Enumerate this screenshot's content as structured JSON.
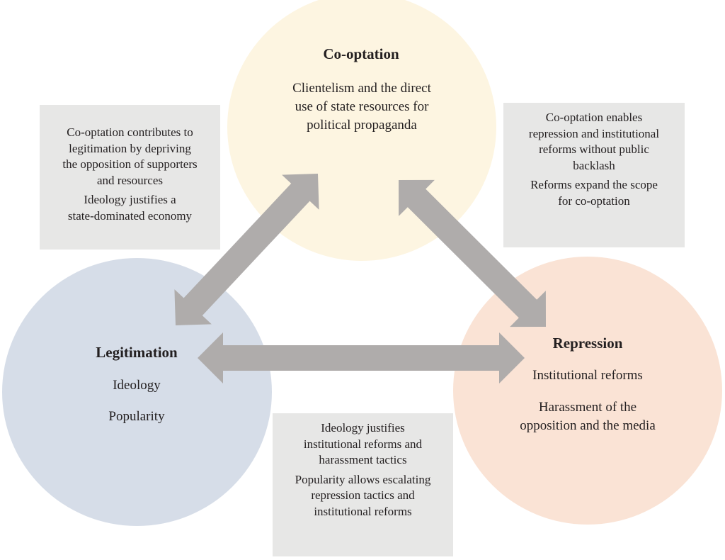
{
  "colors": {
    "cooptation_circle": "#fdf5e1",
    "legitimation_circle": "#d6dde8",
    "repression_circle": "#fae3d5",
    "note_box": "#e7e7e6",
    "arrow": "#afacab",
    "text": "#231f20"
  },
  "nodes": {
    "cooptation": {
      "title": "Co-optation",
      "lines": [
        "Clientelism and the direct",
        "use of state resources for",
        "political propaganda"
      ]
    },
    "legitimation": {
      "title": "Legitimation",
      "items": [
        "Ideology",
        "Popularity"
      ]
    },
    "repression": {
      "title": "Repression",
      "items": [
        "Institutional reforms",
        "Harassment of the opposition and the media"
      ],
      "item2_lines": [
        "Harassment of the",
        "opposition and the media"
      ]
    }
  },
  "notes": {
    "legitimation_cooptation": {
      "p1_lines": [
        "Co-optation contributes to",
        "legitimation by depriving",
        "the opposition of supporters",
        "and resources"
      ],
      "p2_lines": [
        "Ideology justifies a",
        "state-dominated economy"
      ]
    },
    "cooptation_repression": {
      "p1_lines": [
        "Co-optation enables",
        "repression and institutional",
        "reforms without public",
        "backlash"
      ],
      "p2_lines": [
        "Reforms expand the scope",
        "for co-optation"
      ]
    },
    "legitimation_repression": {
      "p1_lines": [
        "Ideology justifies",
        "institutional reforms and",
        "harassment tactics"
      ],
      "p2_lines": [
        "Popularity allows escalating",
        "repression tactics and",
        "institutional reforms"
      ]
    }
  },
  "relations": [
    {
      "from": "legitimation",
      "to": "cooptation",
      "type": "bidirectional-arrow"
    },
    {
      "from": "cooptation",
      "to": "repression",
      "type": "bidirectional-arrow"
    },
    {
      "from": "legitimation",
      "to": "repression",
      "type": "bidirectional-arrow"
    }
  ]
}
